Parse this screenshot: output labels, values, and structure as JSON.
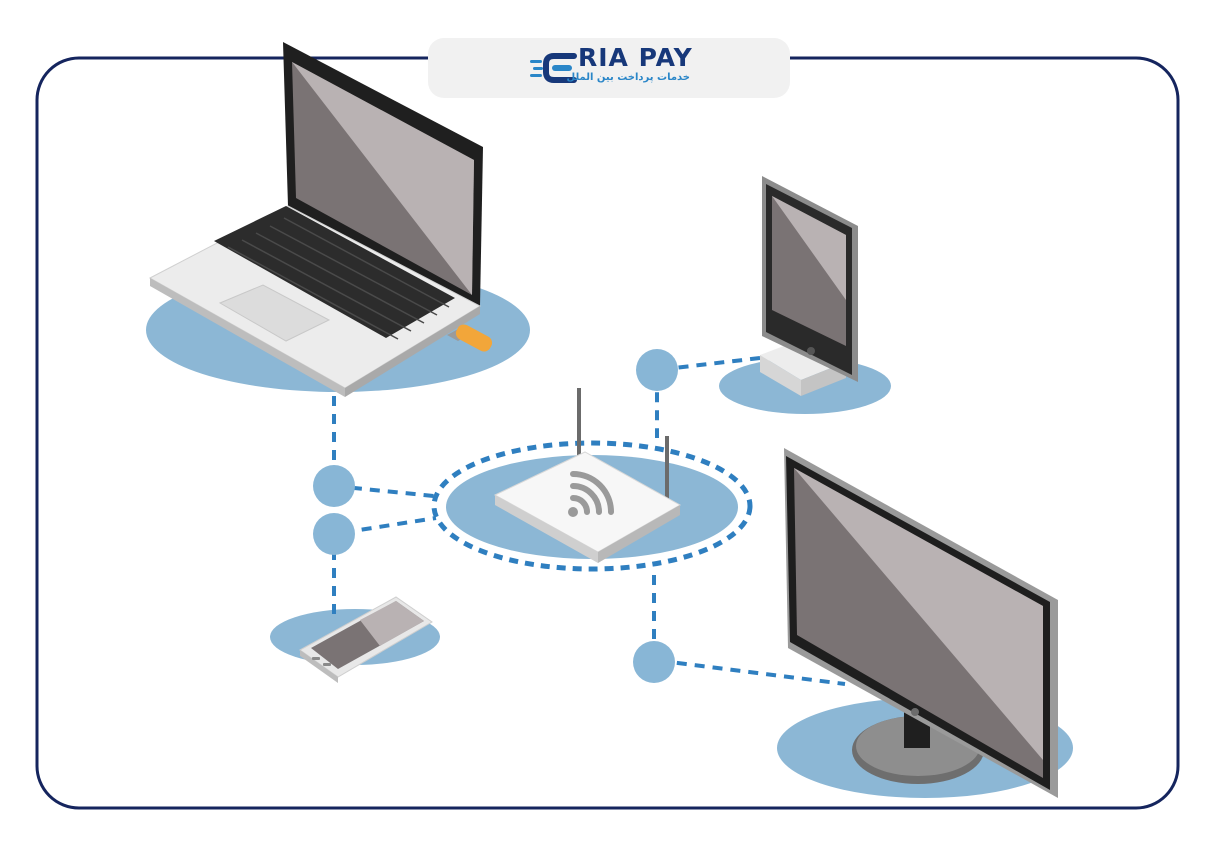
{
  "logo": {
    "name": "RIA PAY",
    "tagline": "خدمات پرداخت بین الملل"
  },
  "colors": {
    "frame": "#15255e",
    "connector": "#2f7fc0",
    "node": "#88b6d6",
    "shadow": "#8cb7d5",
    "screen_dark": "#7a7374",
    "screen_light": "#b9b2b3",
    "device_body": "#e6e6e6",
    "bezel": "#2a2a2a",
    "usb": "#f2a63a",
    "logo_navy": "#17387a",
    "logo_blue": "#2a86c8"
  },
  "diagram": {
    "hub": "wifi-router",
    "devices": [
      "laptop",
      "tablet",
      "smartphone",
      "desktop-monitor"
    ],
    "connection_style": "dashed"
  }
}
